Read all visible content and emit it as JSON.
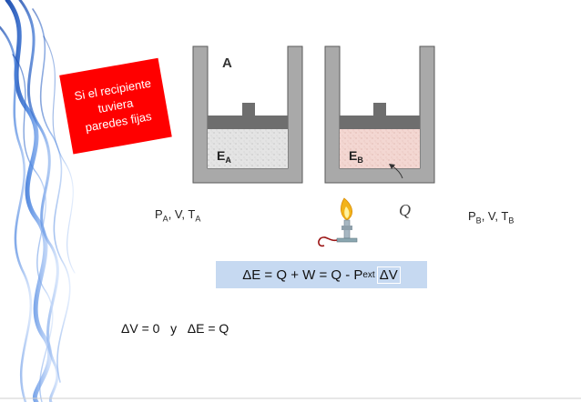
{
  "banner": {
    "lines": [
      "Si el recipiente",
      "tuviera",
      "paredes fijas"
    ],
    "color": "#ff0000"
  },
  "container_a": {
    "piston_label": "A",
    "gas_label": "E",
    "gas_sub": "A",
    "gas_color": "#e3e3e3"
  },
  "container_b": {
    "gas_label": "E",
    "gas_sub": "B",
    "gas_color": "#f2d6d2",
    "heat_label": "Q"
  },
  "state_a": {
    "p": "P",
    "p_sub": "A",
    "v": ", V, T",
    "t_sub": "A"
  },
  "state_b": {
    "p": "P",
    "p_sub": "B",
    "v": ", V, T",
    "t_sub": "B"
  },
  "equation": {
    "main": "ΔE = Q + W = Q - P",
    "sub": "ext",
    "tail": "ΔV"
  },
  "conclusion": {
    "text": "ΔV = 0   y   ΔE = Q"
  },
  "colors": {
    "wall": "#a6a6a6",
    "wall_edge": "#5a5a5a",
    "piston": "#6e6e6e",
    "equation_bg": "#c6d9f1",
    "swirl": "#1f5fbf"
  }
}
